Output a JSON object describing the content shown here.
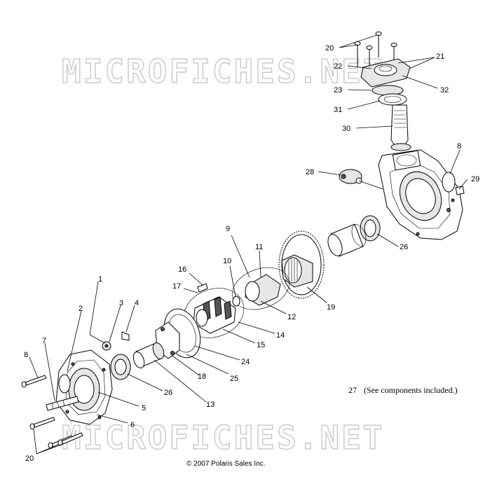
{
  "watermark": {
    "text": "MICROFICHES.NET"
  },
  "callouts": {
    "n1": "1",
    "n2": "2",
    "n3": "3",
    "n4": "4",
    "n5": "5",
    "n6": "6",
    "n7": "7",
    "n8_left": "8",
    "n8_right": "8",
    "n9": "9",
    "n10": "10",
    "n11": "11",
    "n12": "12",
    "n13": "13",
    "n14": "14",
    "n15": "15",
    "n16": "16",
    "n17": "17",
    "n18": "18",
    "n19": "19",
    "n20_top": "20",
    "n20_bottom": "20",
    "n21": "21",
    "n22": "22",
    "n23": "23",
    "n24": "24",
    "n25": "25",
    "n26_right": "26",
    "n26_left": "26",
    "n28": "28",
    "n29": "29",
    "n30": "30",
    "n31": "31",
    "n32": "32"
  },
  "note": {
    "number": "27",
    "text": "(See components included.)"
  },
  "copyright": "© 2007 Polaris Sales Inc."
}
